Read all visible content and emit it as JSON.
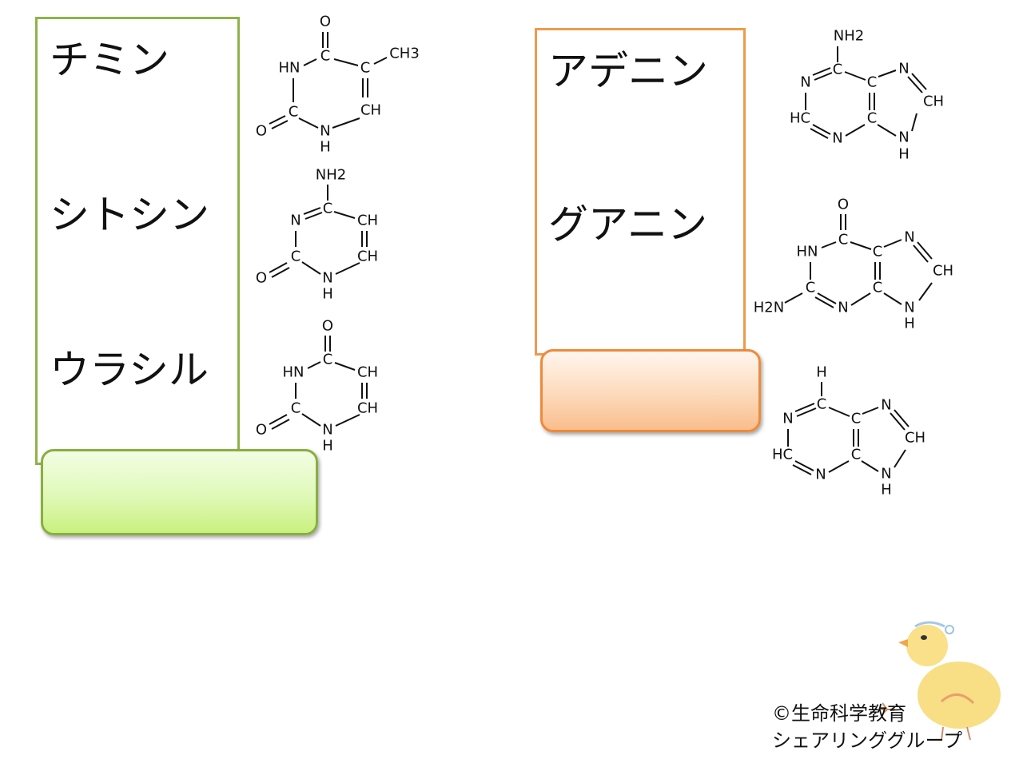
{
  "pyrimidines": {
    "labels": [
      "チミン",
      "シトシン",
      "ウラシル"
    ]
  },
  "purines": {
    "labels": [
      "アデニン",
      "グアニン"
    ]
  },
  "molecules": {
    "thymine": {
      "O": "O",
      "HN": "HN",
      "C_top": "C",
      "C_right": "C",
      "CH3": "CH3",
      "C_left": "C",
      "CH": "CH",
      "O_left": "O",
      "N": "N",
      "H": "H"
    },
    "cytosine": {
      "NH2": "NH2",
      "N_left": "N",
      "C_top": "C",
      "CH_top": "CH",
      "C_left": "C",
      "CH_bottom": "CH",
      "O": "O",
      "N_bottom": "N",
      "H": "H"
    },
    "uracil": {
      "O_top": "O",
      "HN": "HN",
      "C_top": "C",
      "CH_top": "CH",
      "C_left": "C",
      "CH_bottom": "CH",
      "O_left": "O",
      "N": "N",
      "H": "H"
    },
    "adenine": {
      "NH2": "NH2",
      "N1": "N",
      "C6": "C",
      "C5": "C",
      "N7": "N",
      "CH8": "CH",
      "HC2": "HC",
      "C4": "C",
      "N3": "N",
      "N9": "N",
      "H": "H"
    },
    "guanine": {
      "O": "O",
      "HN": "HN",
      "C6": "C",
      "C5": "C",
      "N7": "N",
      "CH8": "CH",
      "H2N": "H2N",
      "C2": "C",
      "N3": "N",
      "C4": "C",
      "N9": "N",
      "H": "H"
    },
    "purine": {
      "H_top": "H",
      "N1": "N",
      "C6": "C",
      "C5": "C",
      "N7": "N",
      "CH8": "CH",
      "HC2": "HC",
      "C4": "C",
      "N3": "N",
      "N9": "N",
      "H": "H"
    }
  },
  "copyright": {
    "line1": "©生命科学教育",
    "line2": "シェアリンググループ"
  }
}
